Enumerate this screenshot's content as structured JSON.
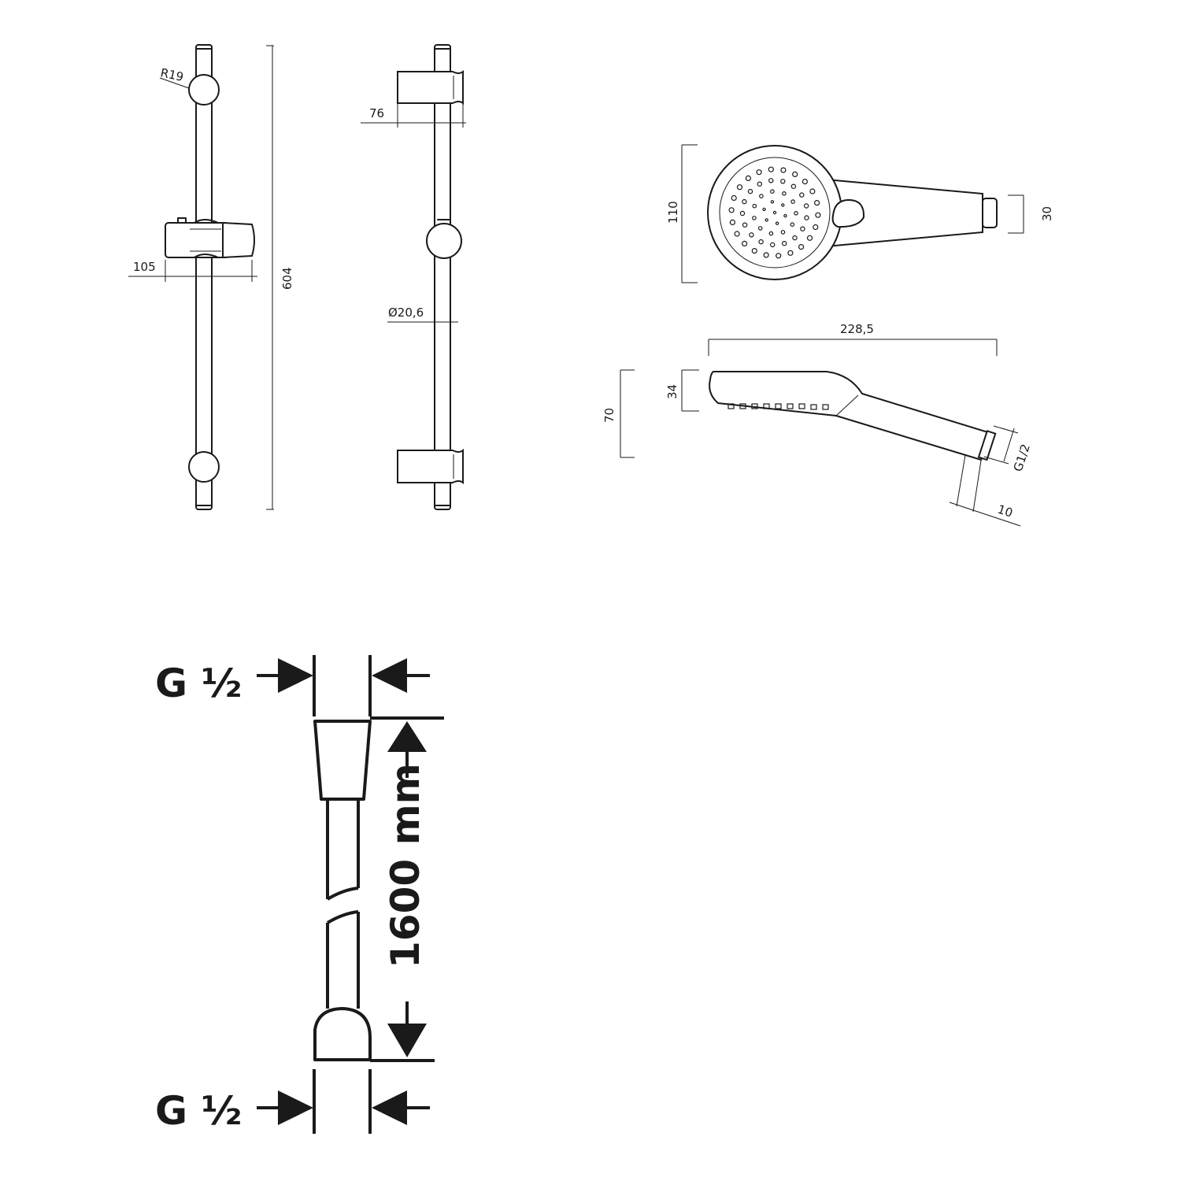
{
  "rail_front": {
    "radius": "R19",
    "clamp_width": "105",
    "rail_height": "604"
  },
  "rail_side": {
    "bracket_depth": "76",
    "rail_diameter": "Ø20,6"
  },
  "hand_shower_front": {
    "head_diameter": "110",
    "handle_end": "30"
  },
  "hand_shower_side": {
    "length": "228,5",
    "head_depth": "34",
    "total_height": "70",
    "thread": "G1/2",
    "thread_length": "10"
  },
  "hose": {
    "top_connection": "G ½",
    "bottom_connection": "G ½",
    "length": "1600 mm"
  }
}
